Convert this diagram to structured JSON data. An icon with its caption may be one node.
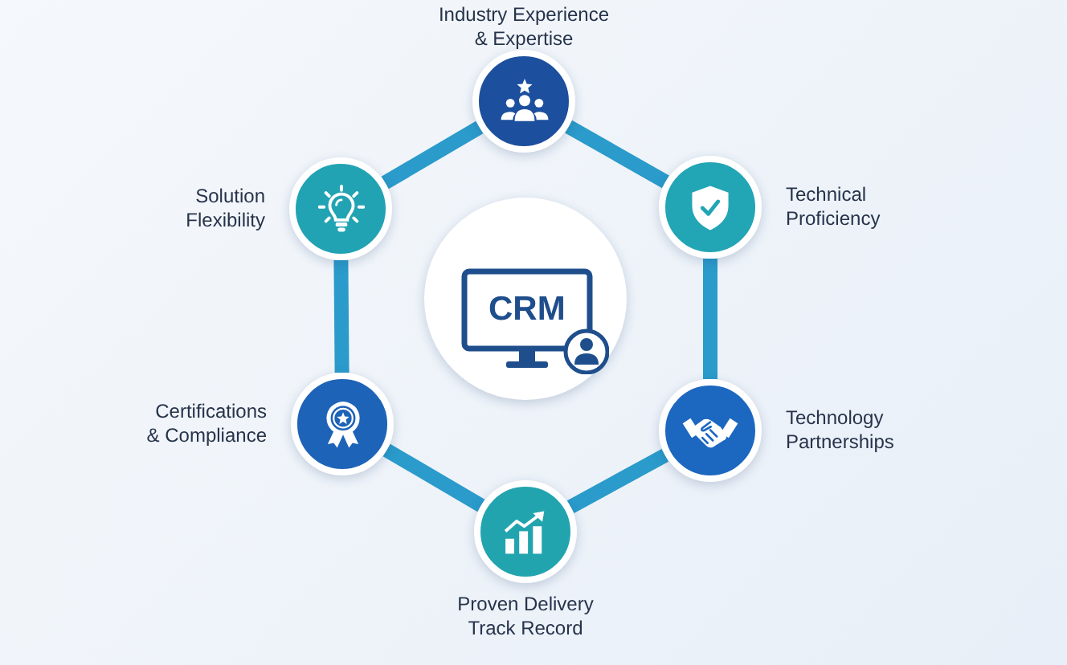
{
  "diagram": {
    "nodes": [
      {
        "text": [],
        "shape": "circle",
        "beside": [
          "Industry Experience & Expertise"
        ]
      },
      {
        "text": [],
        "shape": "circle",
        "beside": [
          "Solution Flexibility"
        ]
      },
      {
        "text": [],
        "shape": "circle",
        "beside": [
          "Technical Proficiency"
        ]
      },
      {
        "text": [
          "CRM"
        ]
      },
      {
        "text": [],
        "shape": "circle",
        "beside": [
          "Certifications & Compliance"
        ]
      },
      {
        "text": [],
        "shape": "circle",
        "beside": [
          "Technology Partnerships"
        ]
      },
      {
        "text": [],
        "shape": "circle",
        "beside": [
          "Proven Delivery Track Record"
        ]
      }
    ],
    "edges": [
      {
        "from": 0,
        "to": 2,
        "arrow": "none"
      },
      {
        "from": 2,
        "to": 5,
        "arrow": "none"
      },
      {
        "from": 5,
        "to": 6,
        "arrow": "none"
      },
      {
        "from": 6,
        "to": 4,
        "arrow": "none"
      },
      {
        "from": 4,
        "to": 1,
        "arrow": "none"
      },
      {
        "from": 1,
        "to": 0,
        "arrow": "none"
      }
    ]
  }
}
